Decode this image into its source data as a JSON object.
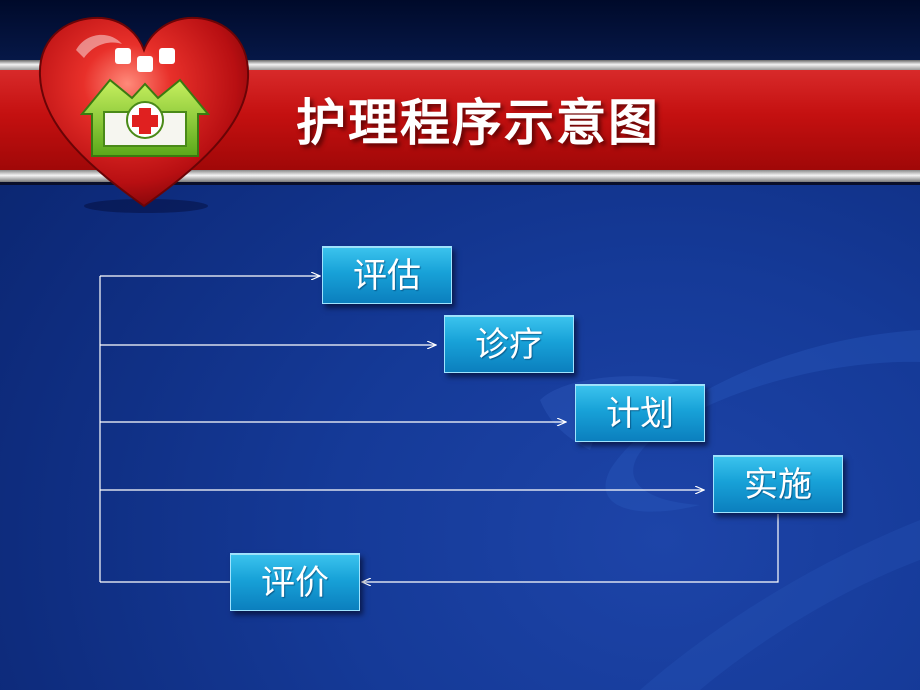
{
  "slide": {
    "title": "护理程序示意图"
  },
  "diagram": {
    "steps": [
      {
        "id": "assessment",
        "label": "评估"
      },
      {
        "id": "diagnosis",
        "label": "诊疗"
      },
      {
        "id": "planning",
        "label": "计划"
      },
      {
        "id": "implementation",
        "label": "实施"
      },
      {
        "id": "evaluation",
        "label": "评价"
      }
    ]
  },
  "colors": {
    "background": "#153a98",
    "header_band": "#c41010",
    "box_fill": "#18a2d8",
    "connector": "#ffffff",
    "heart": "#d01818",
    "house_icon": "#7ac82a"
  }
}
